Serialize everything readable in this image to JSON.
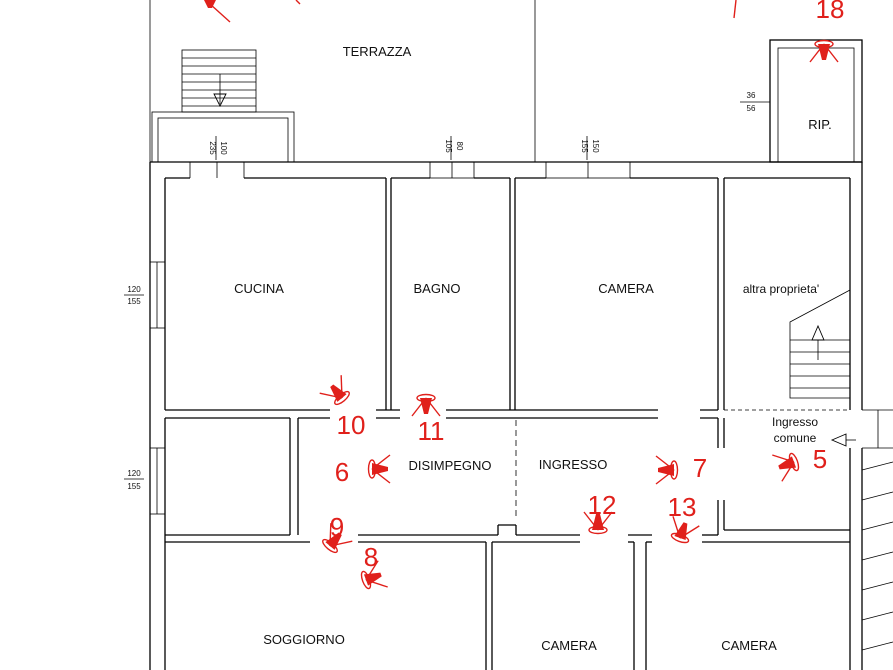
{
  "rooms": {
    "terrazza": "TERRAZZA",
    "cucina": "CUCINA",
    "bagno": "BAGNO",
    "camera_top": "CAMERA",
    "altra": "altra proprieta'",
    "rip": "RIP.",
    "disimpegno": "DISIMPEGNO",
    "ingresso": "INGRESSO",
    "ingresso_comune_1": "Ingresso",
    "ingresso_comune_2": "comune",
    "soggiorno": "SOGGIORNO",
    "camera_bl": "CAMERA",
    "camera_br": "CAMERA"
  },
  "dimensions": {
    "win_left_a_top": "120",
    "win_left_a_bottom": "155",
    "win_left_b_top": "120",
    "win_left_b_bottom": "155",
    "door_terrace_a": "100",
    "door_terrace_b": "235",
    "win_bagno_a": "80",
    "win_bagno_b": "105",
    "win_camera_a": "150",
    "win_camera_b": "155",
    "rip_top": "36",
    "rip_bottom": "56"
  },
  "cameras": [
    {
      "number": "18"
    },
    {
      "number": "10"
    },
    {
      "number": "11"
    },
    {
      "number": "6"
    },
    {
      "number": "7"
    },
    {
      "number": "5"
    },
    {
      "number": "9"
    },
    {
      "number": "8"
    },
    {
      "number": "12"
    },
    {
      "number": "13"
    }
  ],
  "colors": {
    "camera": "#e0201b",
    "walls": "#000000"
  }
}
